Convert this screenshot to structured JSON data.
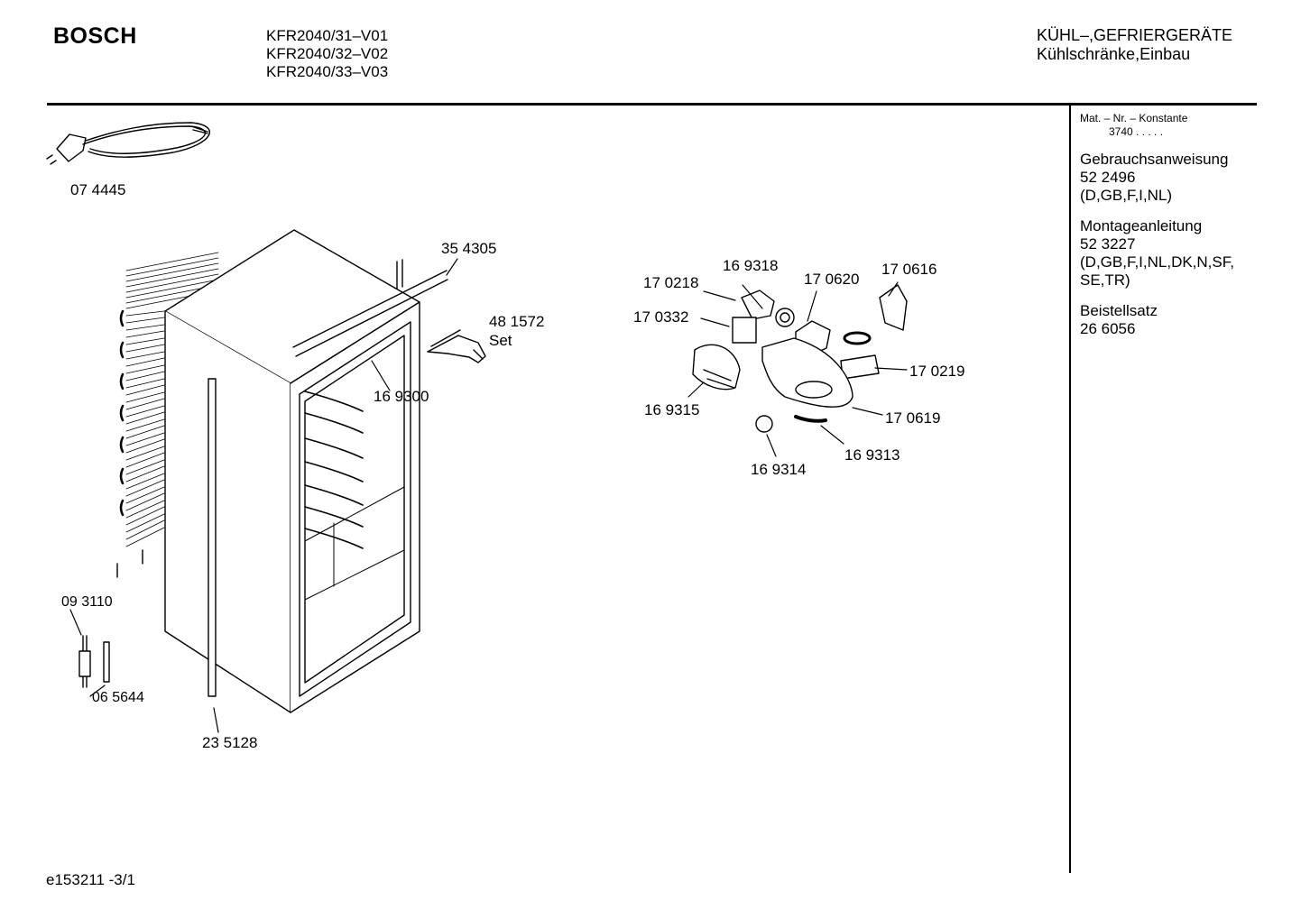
{
  "header": {
    "brand": "BOSCH",
    "models": [
      "KFR2040/31–V01",
      "KFR2040/32–V02",
      "KFR2040/33–V03"
    ],
    "category_line1": "KÜHL–,GEFRIERGERÄTE",
    "category_line2": "Kühlschränke,Einbau"
  },
  "sidebar": {
    "mat_title": "Mat. – Nr. – Konstante",
    "mat_value": "3740 . . . . .",
    "docs": [
      {
        "title": "Gebrauchsanweisung",
        "number": "52 2496",
        "languages": [
          "(D,GB,F,I,NL)"
        ]
      },
      {
        "title": "Montageanleitung",
        "number": "52 3227",
        "languages": [
          "(D,GB,F,I,NL,DK,N,SF,",
          "SE,TR)"
        ]
      },
      {
        "title": "Beistellsatz",
        "number": "26 6056",
        "languages": []
      }
    ]
  },
  "parts": {
    "p074445": "07 4445",
    "p354305": "35 4305",
    "p481572": "48 1572",
    "p481572_set": "Set",
    "p169300": "16 9300",
    "p093110": "09 3110",
    "p065644": "06 5644",
    "p235128": "23 5128",
    "p169318": "16 9318",
    "p170620": "17 0620",
    "p170616": "17 0616",
    "p170218": "17 0218",
    "p170332": "17 0332",
    "p170219": "17 0219",
    "p169315": "16 9315",
    "p170619": "17 0619",
    "p169313": "16 9313",
    "p169314": "16 9314"
  },
  "footer": {
    "code": "e153211 -3/1"
  }
}
